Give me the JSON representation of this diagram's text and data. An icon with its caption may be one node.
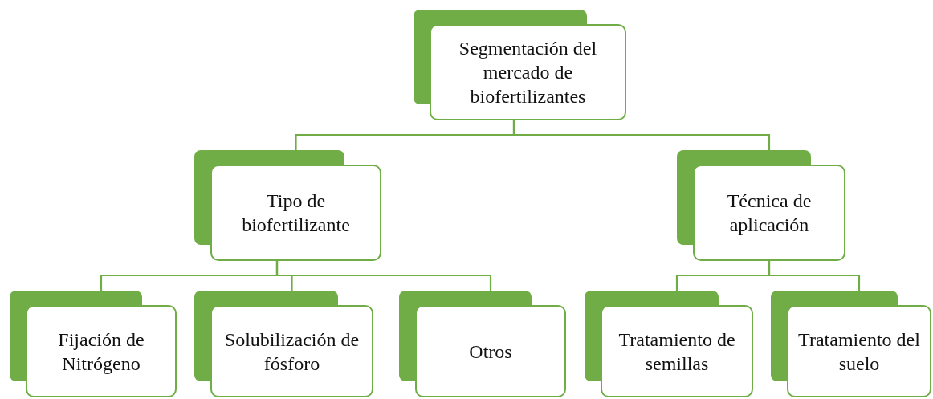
{
  "diagram": {
    "nodes": [
      {
        "text": [
          "Segmentación del mercado de biofertilizantes"
        ]
      },
      {
        "text": [
          "Tipo de biofertilizante"
        ]
      },
      {
        "text": [
          "Técnica de aplicación"
        ]
      },
      {
        "text": [
          "Fijación de Nitrógeno"
        ]
      },
      {
        "text": [
          "Solubilización de fósforo"
        ]
      },
      {
        "text": [
          "Otros"
        ]
      },
      {
        "text": [
          "Tratamiento de semillas"
        ]
      },
      {
        "text": [
          "Tratamiento del suelo"
        ]
      }
    ],
    "edges": [
      {
        "from": 0,
        "to": 1,
        "arrow": "none"
      },
      {
        "from": 0,
        "to": 2,
        "arrow": "none"
      },
      {
        "from": 1,
        "to": 3,
        "arrow": "none"
      },
      {
        "from": 1,
        "to": 4,
        "arrow": "none"
      },
      {
        "from": 1,
        "to": 5,
        "arrow": "none"
      },
      {
        "from": 2,
        "to": 6,
        "arrow": "none"
      },
      {
        "from": 2,
        "to": 7,
        "arrow": "none"
      }
    ]
  }
}
